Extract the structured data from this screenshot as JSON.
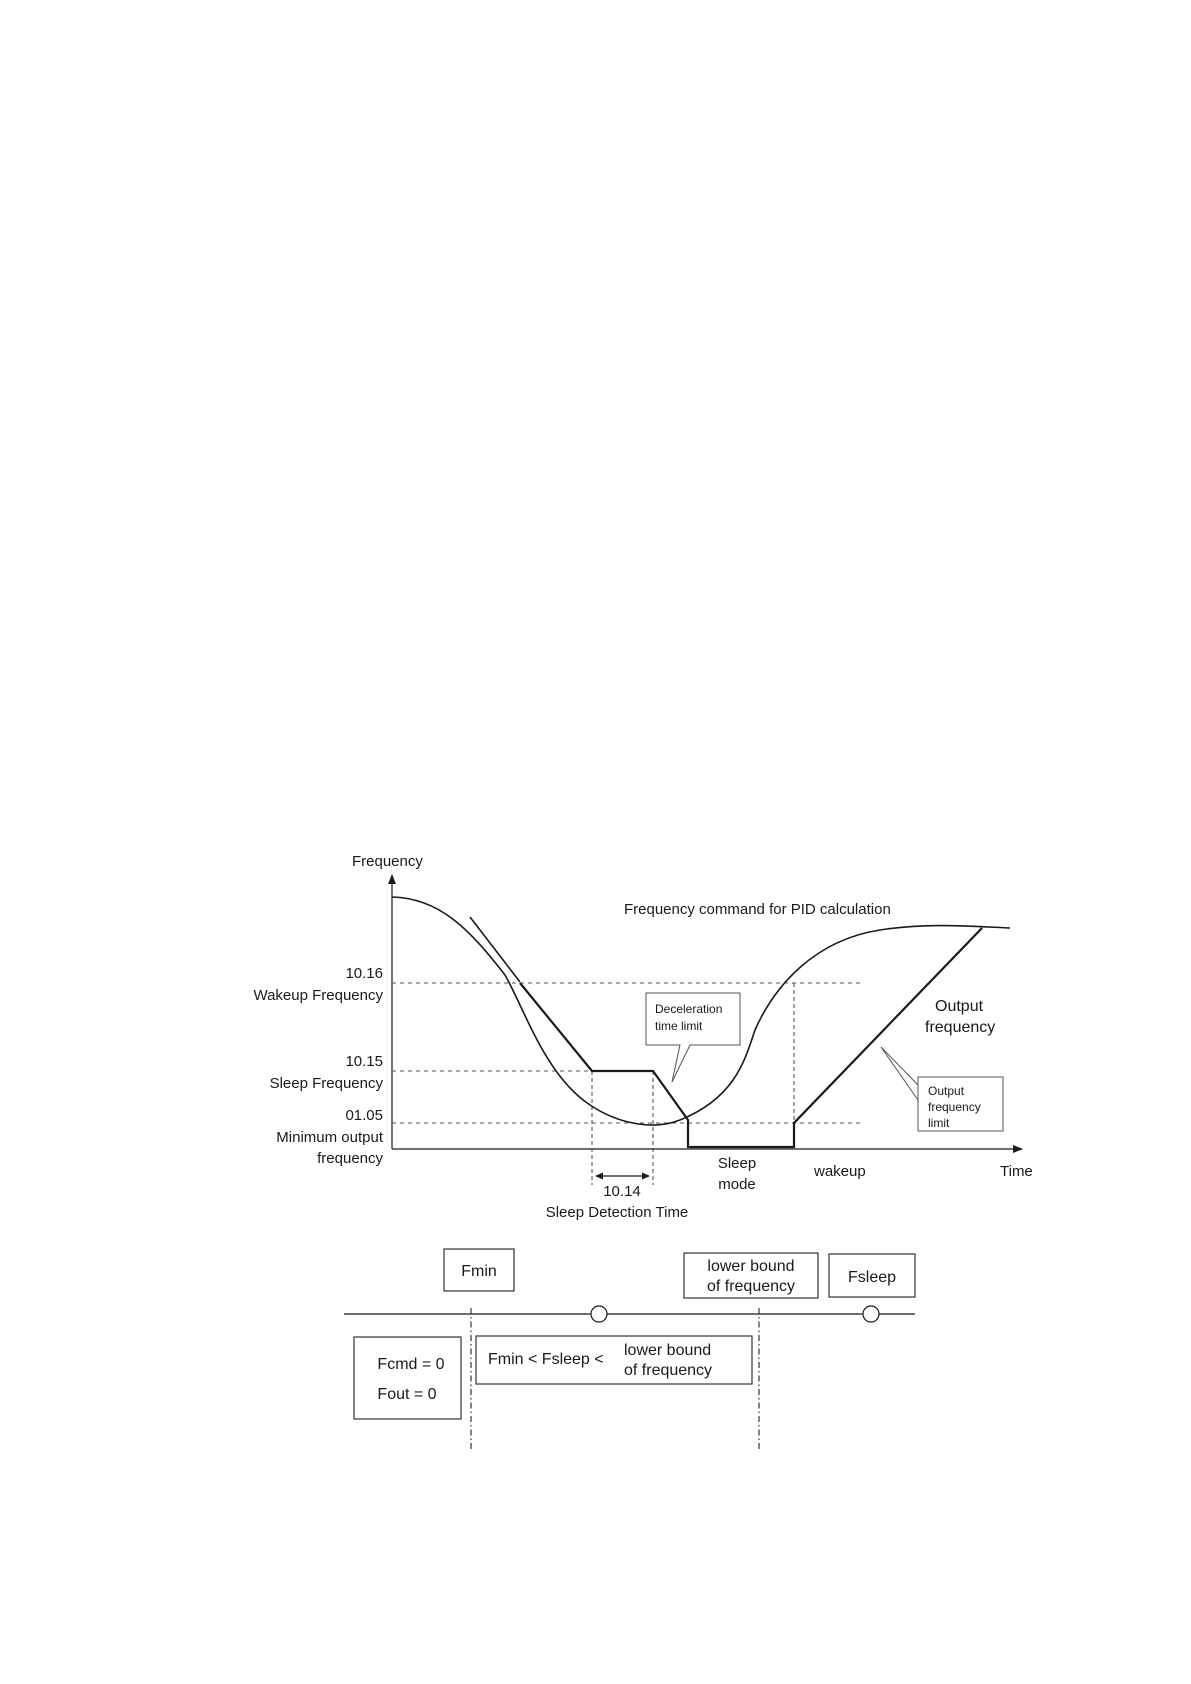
{
  "chart": {
    "y_axis_label": "Frequency",
    "x_axis_label": "Time",
    "pid_label": "Frequency command for PID calculation",
    "wakeup_code": "10.16",
    "wakeup_name": "Wakeup Frequency",
    "sleep_code": "10.15",
    "sleep_name": "Sleep Frequency",
    "min_code": "01.05",
    "min_name_1": "Minimum output",
    "min_name_2": "frequency",
    "decel_callout_1": "Deceleration",
    "decel_callout_2": "time limit",
    "output_freq_1": "Output",
    "output_freq_2": "frequency",
    "limit_callout_1": "Output",
    "limit_callout_2": "frequency",
    "limit_callout_3": "limit",
    "sleep_mode_1": "Sleep",
    "sleep_mode_2": "mode",
    "wakeup_label": "wakeup",
    "detect_code": "10.14",
    "detect_name": "Sleep Detection Time"
  },
  "scale": {
    "fmin_label": "Fmin",
    "lower_bound_1": "lower bound",
    "lower_bound_2": "of frequency",
    "fsleep_label": "Fsleep",
    "fcmd_label": "Fcmd = 0",
    "fout_label": "Fout = 0",
    "range_left": "Fmin < Fsleep <",
    "range_right_1": "lower bound",
    "range_right_2": "of frequency"
  }
}
